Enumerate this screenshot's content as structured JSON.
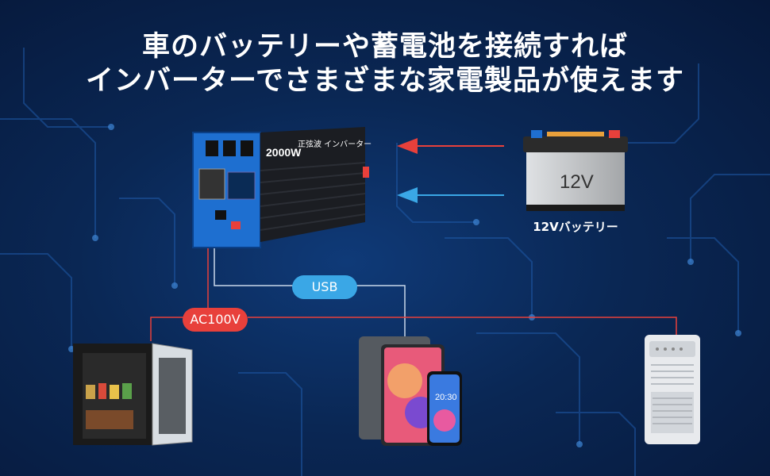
{
  "headline": {
    "line1": "車のバッテリーや蓄電池を接続すれば",
    "line2": "インバーターでさまざまな家電製品が使えます"
  },
  "inverter": {
    "wattage": "2000W",
    "model_text": "正弦波 インバーター"
  },
  "battery": {
    "voltage": "12V",
    "label": "12Vバッテリー"
  },
  "connections": {
    "usb_label": "USB",
    "ac_label": "AC100V"
  },
  "devices": {
    "phone_clock": "20:30"
  },
  "colors": {
    "accent_red": "#e8403b",
    "accent_blue": "#3aa7e6",
    "background": "#0a2754"
  }
}
